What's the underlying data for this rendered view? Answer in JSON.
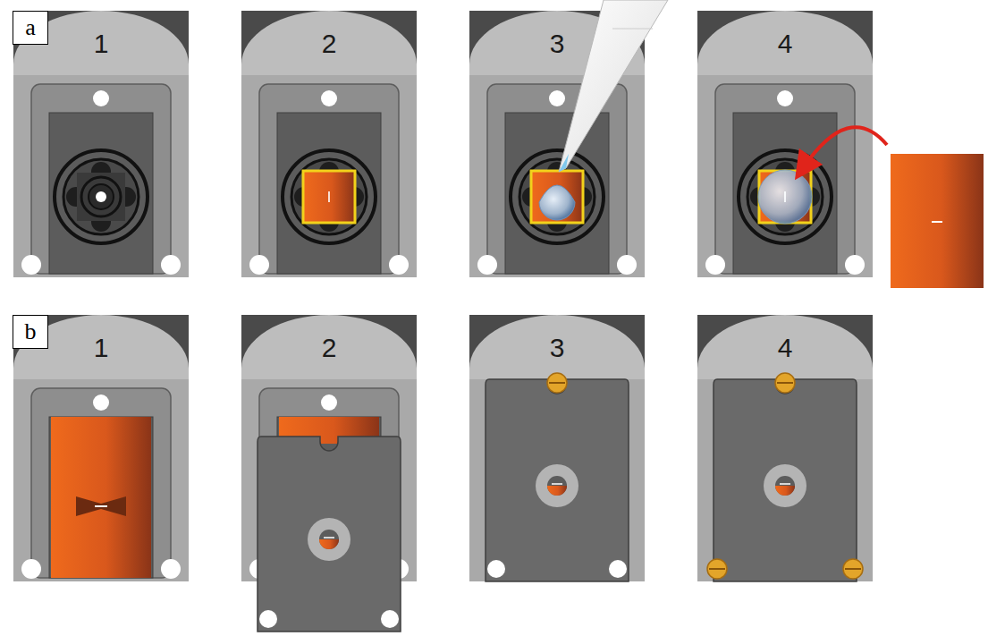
{
  "diagram": {
    "nodes": [
      {
        "text": [
          "a"
        ]
      },
      {
        "text": [
          "b"
        ]
      }
    ],
    "labels": [
      "1",
      "2",
      "3",
      "4",
      "1",
      "2",
      "3",
      "4"
    ]
  }
}
